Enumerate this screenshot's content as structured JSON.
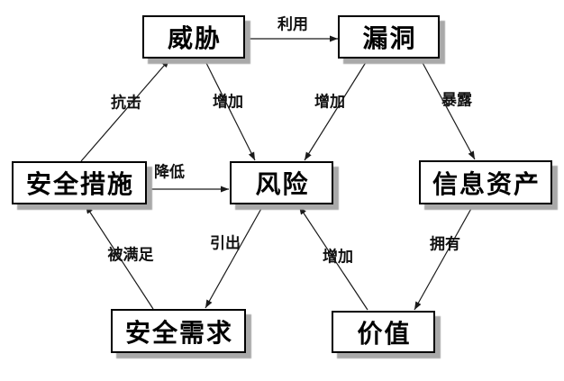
{
  "colors": {
    "node_border": "#000000",
    "node_fill": "#ffffff",
    "node_shadow": "#a9a9a9",
    "edge_line": "#1a1a1a",
    "background": "#ffffff"
  },
  "diagram": {
    "nodes": [
      {
        "id": "threat",
        "label": "威胁"
      },
      {
        "id": "vulnerability",
        "label": "漏洞"
      },
      {
        "id": "security-measures",
        "label": "安全措施"
      },
      {
        "id": "risk",
        "label": "风险"
      },
      {
        "id": "information-assets",
        "label": "信息资产"
      },
      {
        "id": "security-requirements",
        "label": "安全需求"
      },
      {
        "id": "value",
        "label": "价值"
      }
    ],
    "edges": [
      {
        "from": "威胁",
        "to": "漏洞",
        "label": "利用"
      },
      {
        "from": "安全措施",
        "to": "威胁",
        "label": "抗击"
      },
      {
        "from": "威胁",
        "to": "风险",
        "label": "增加"
      },
      {
        "from": "漏洞",
        "to": "风险",
        "label": "增加"
      },
      {
        "from": "漏洞",
        "to": "信息资产",
        "label": "暴露"
      },
      {
        "from": "安全措施",
        "to": "风险",
        "label": "降低"
      },
      {
        "from": "安全需求",
        "to": "安全措施",
        "label": "被满足"
      },
      {
        "from": "风险",
        "to": "安全需求",
        "label": "引出"
      },
      {
        "from": "价值",
        "to": "风险",
        "label": "增加"
      },
      {
        "from": "信息资产",
        "to": "价值",
        "label": "拥有"
      }
    ]
  }
}
